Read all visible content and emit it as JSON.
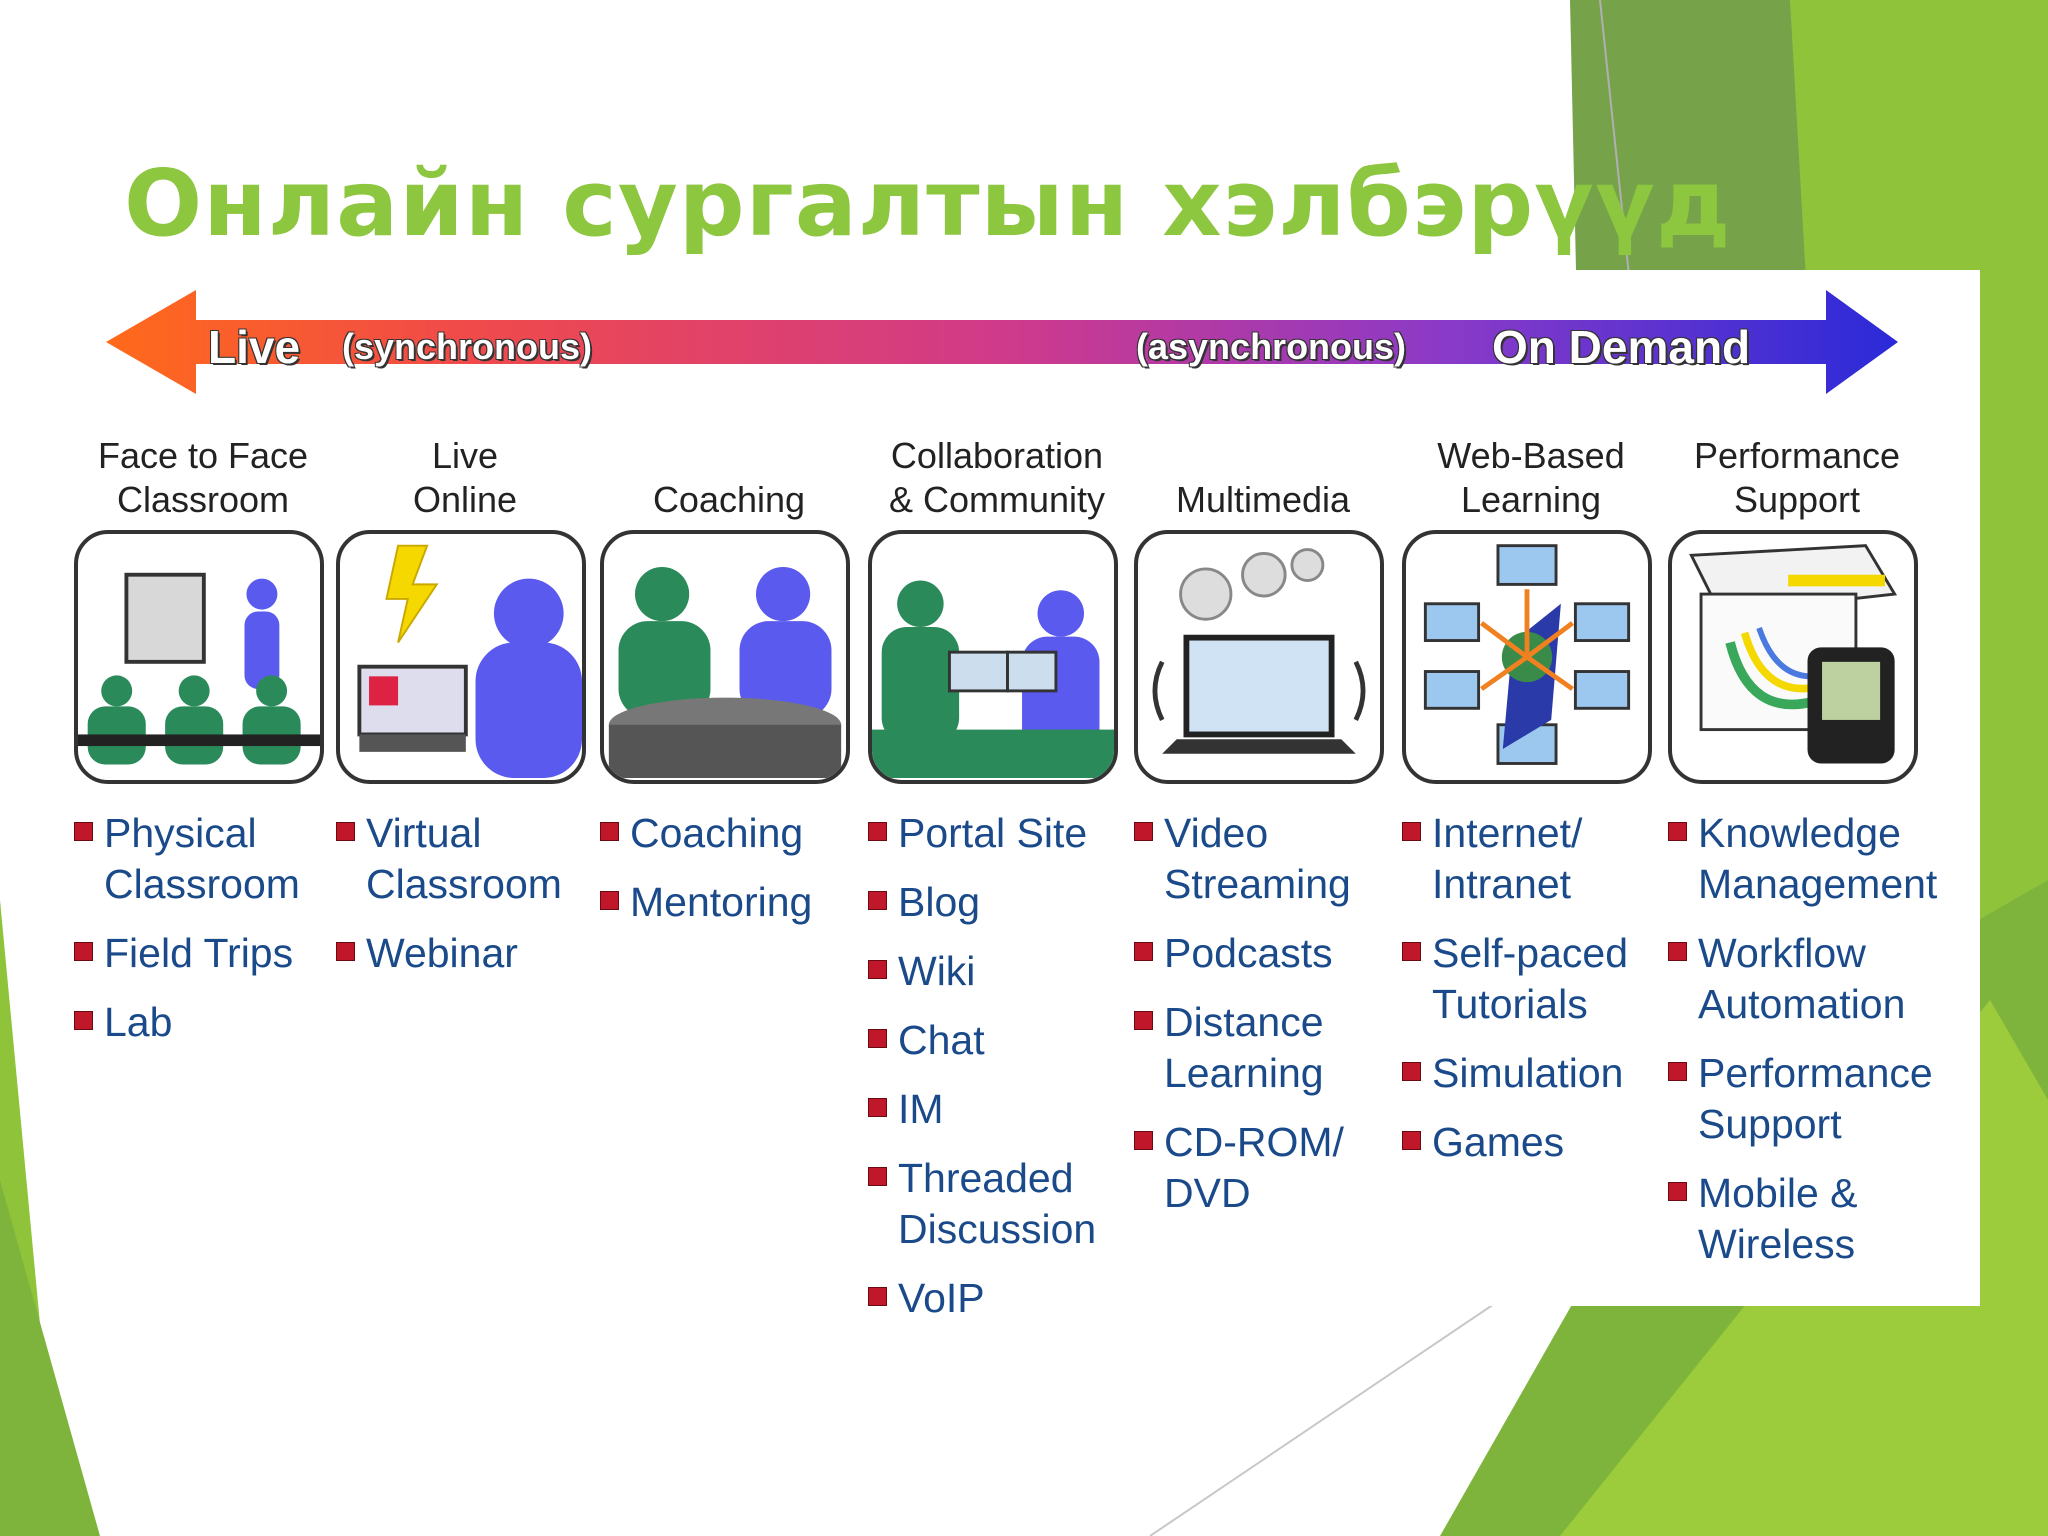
{
  "slide": {
    "title": "Онлайн сургалтын хэлбэрүүд"
  },
  "colors": {
    "title": "#8dc63f",
    "green_dark": "#76a34a",
    "green_light": "#9ccc3c",
    "arrow_left": "#ff6a1a",
    "arrow_mid": "#e0467a",
    "arrow_right": "#2a2ad8",
    "item_text": "#1a4a8a",
    "bullet": "#c0182a"
  },
  "arrow": {
    "live": "Live",
    "sync": "(synchronous)",
    "async": "(asynchronous)",
    "on_demand": "On Demand"
  },
  "columns": [
    {
      "id": "face-to-face",
      "header_line1": "Face to Face",
      "header_line2": "Classroom",
      "icon": "classroom-icon",
      "items": [
        "Physical Classroom",
        "Field Trips",
        "Lab"
      ]
    },
    {
      "id": "live-online",
      "header_line1": "Live",
      "header_line2": "Online",
      "icon": "live-online-icon",
      "items": [
        "Virtual Classroom",
        "Webinar"
      ]
    },
    {
      "id": "coaching",
      "header_line1": "",
      "header_line2": "Coaching",
      "icon": "coaching-icon",
      "items": [
        "Coaching",
        "Mentoring"
      ]
    },
    {
      "id": "collaboration",
      "header_line1": "Collaboration",
      "header_line2": "& Community",
      "icon": "collaboration-icon",
      "items": [
        "Portal Site",
        "Blog",
        "Wiki",
        "Chat",
        "IM",
        "Threaded Discussion",
        "VoIP"
      ]
    },
    {
      "id": "multimedia",
      "header_line1": "",
      "header_line2": "Multimedia",
      "icon": "multimedia-icon",
      "items": [
        "Video Streaming",
        "Podcasts",
        "Distance Learning",
        "CD-ROM/ DVD"
      ]
    },
    {
      "id": "web-based",
      "header_line1": "Web-Based",
      "header_line2": "Learning",
      "icon": "web-network-icon",
      "items": [
        "Internet/ Intranet",
        "Self-paced Tutorials",
        "Simulation",
        "Games"
      ]
    },
    {
      "id": "performance",
      "header_line1": "Performance",
      "header_line2": "Support",
      "icon": "performance-support-icon",
      "items": [
        "Knowledge Management",
        "Workflow Automation",
        "Performance Support",
        "Mobile & Wireless"
      ]
    }
  ]
}
